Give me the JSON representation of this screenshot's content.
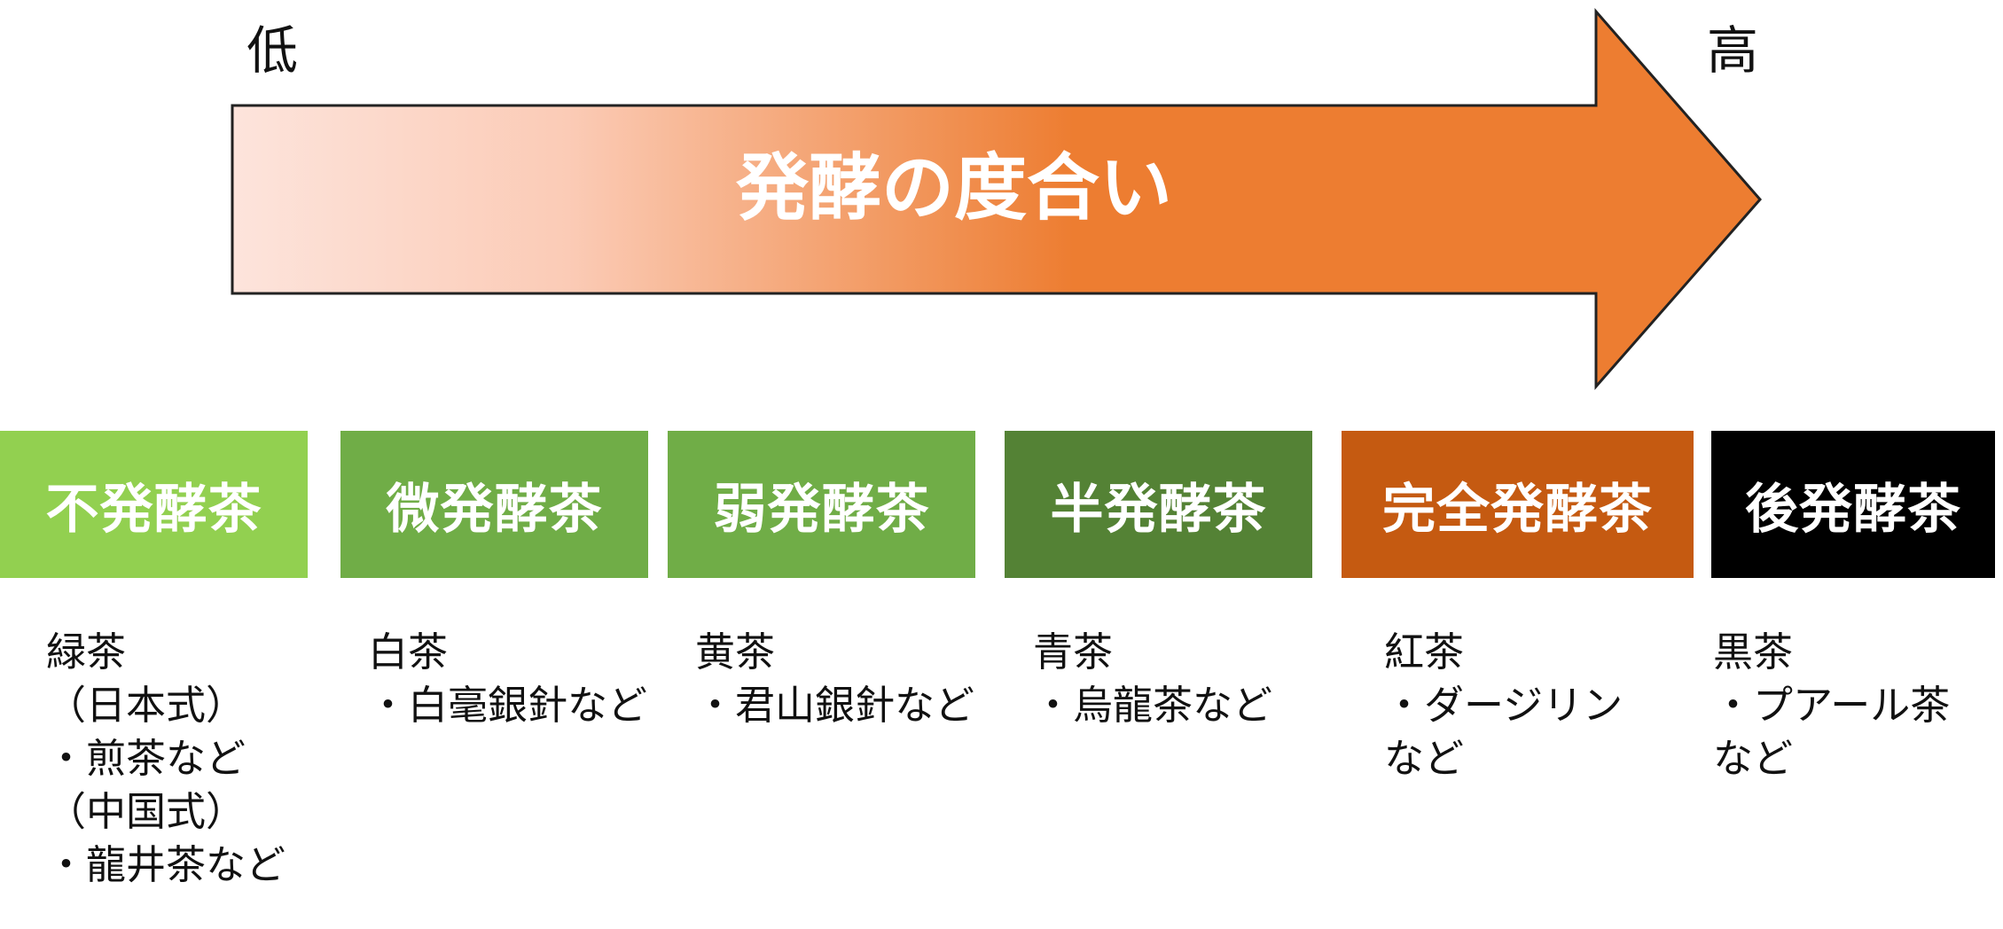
{
  "arrow": {
    "label": "発酵の度合い",
    "low_label": "低",
    "high_label": "高",
    "gradient_start": "#fde4dc",
    "gradient_end": "#ed7d31"
  },
  "categories": [
    {
      "title": "不発酵茶",
      "color": "#92d050",
      "examples": [
        "緑茶",
        "（日本式）",
        "・煎茶など",
        "（中国式）",
        "・龍井茶など"
      ]
    },
    {
      "title": "微発酵茶",
      "color": "#70ad47",
      "examples": [
        "白茶",
        "・白毫銀針など"
      ]
    },
    {
      "title": "弱発酵茶",
      "color": "#70ad47",
      "examples": [
        "黄茶",
        "・君山銀針など"
      ]
    },
    {
      "title": "半発酵茶",
      "color": "#548235",
      "examples": [
        "青茶",
        "・烏龍茶など"
      ]
    },
    {
      "title": "完全発酵茶",
      "color": "#c55a11",
      "examples": [
        "紅茶",
        "・ダージリン",
        "など"
      ]
    },
    {
      "title": "後発酵茶",
      "color": "#000000",
      "examples": [
        "黒茶",
        "・プアール茶",
        "など"
      ]
    }
  ]
}
